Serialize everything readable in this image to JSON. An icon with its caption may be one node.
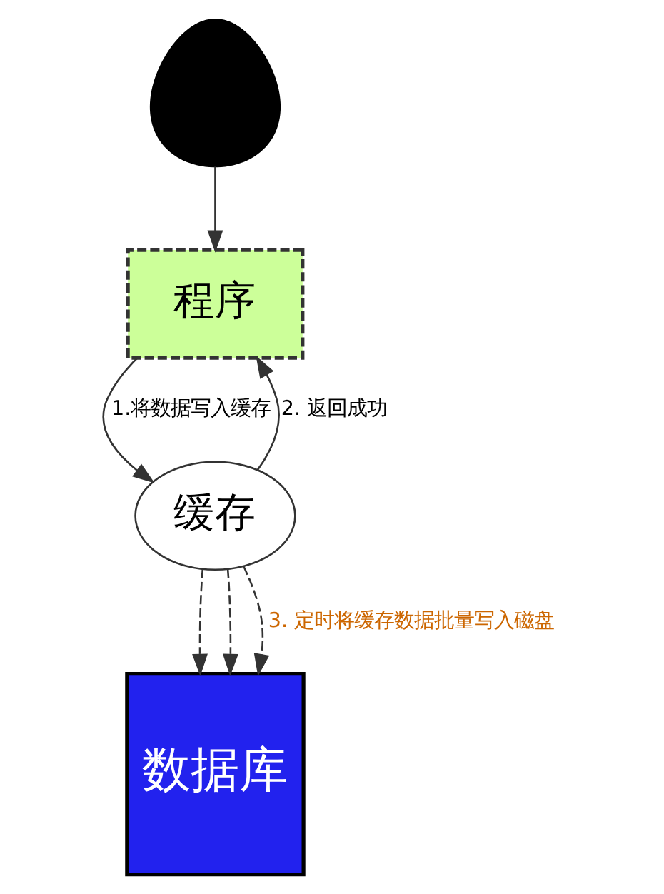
{
  "diagram": {
    "nodes": [
      {
        "text": [],
        "shape": "person"
      },
      {
        "text": [
          "程序"
        ]
      },
      {
        "text": [
          "缓存"
        ]
      },
      {
        "text": [
          "数据库"
        ]
      }
    ],
    "edges": [
      {
        "from": 0,
        "to": 1,
        "arrow": "to"
      },
      {
        "from": 1,
        "to": 2,
        "arrow": "to",
        "label": "1.将数据写入缓存"
      },
      {
        "from": 2,
        "to": 1,
        "arrow": "to",
        "label": "2. 返回成功"
      },
      {
        "from": 2,
        "to": 3,
        "arrow": "to",
        "style": "dashed"
      },
      {
        "from": 2,
        "to": 3,
        "arrow": "to",
        "style": "dashed"
      },
      {
        "from": 2,
        "to": 3,
        "arrow": "to",
        "style": "dashed",
        "label": "3. 定时将缓存数据批量写入磁盘",
        "color": "#333333"
      }
    ]
  }
}
